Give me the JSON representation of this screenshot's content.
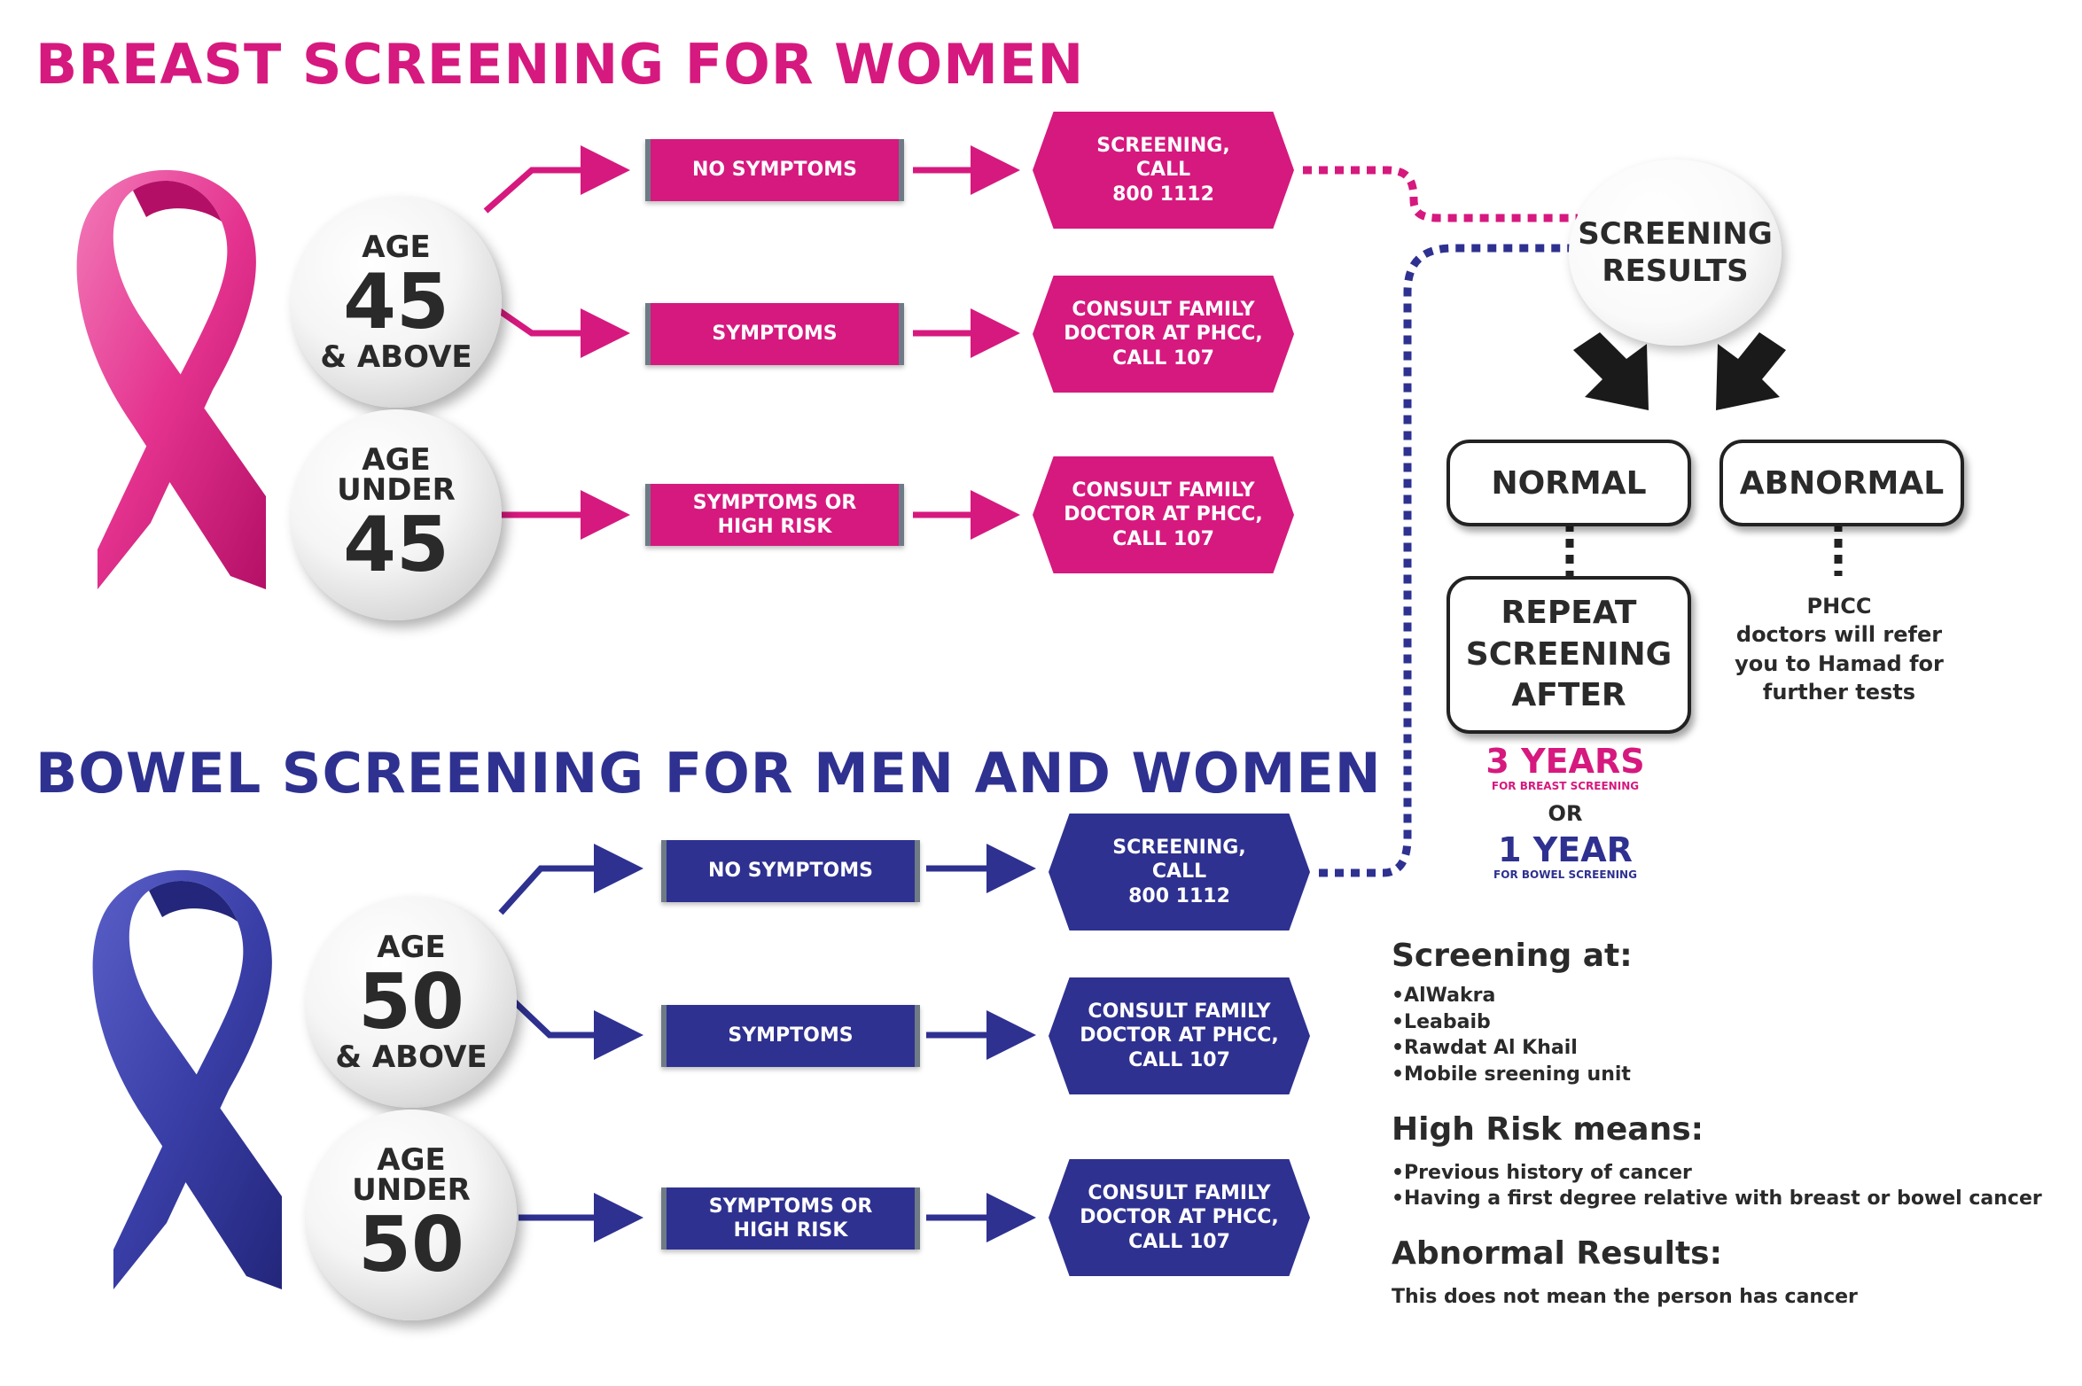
{
  "breast": {
    "title": "BREAST SCREENING FOR WOMEN",
    "group1": {
      "line1": "AGE",
      "number": "45",
      "line2": "& ABOVE"
    },
    "group2": {
      "line1": "AGE",
      "line2": "UNDER",
      "number": "45"
    },
    "rows": [
      {
        "box": "NO SYMPTOMS",
        "action": [
          "SCREENING,",
          "CALL",
          "800 1112"
        ]
      },
      {
        "box": "SYMPTOMS",
        "action": [
          "CONSULT FAMILY",
          "DOCTOR AT PHCC,",
          "CALL 107"
        ]
      },
      {
        "box": [
          "SYMPTOMS OR",
          "HIGH RISK"
        ],
        "action": [
          "CONSULT FAMILY",
          "DOCTOR AT PHCC,",
          "CALL 107"
        ]
      }
    ]
  },
  "bowel": {
    "title": "BOWEL SCREENING FOR MEN AND WOMEN",
    "group1": {
      "line1": "AGE",
      "number": "50",
      "line2": "& ABOVE"
    },
    "group2": {
      "line1": "AGE",
      "line2": "UNDER",
      "number": "50"
    },
    "rows": [
      {
        "box": "NO SYMPTOMS",
        "action": [
          "SCREENING,",
          "CALL",
          "800 1112"
        ]
      },
      {
        "box": "SYMPTOMS",
        "action": [
          "CONSULT FAMILY",
          "DOCTOR AT PHCC,",
          "CALL 107"
        ]
      },
      {
        "box": [
          "SYMPTOMS OR",
          "HIGH RISK"
        ],
        "action": [
          "CONSULT FAMILY",
          "DOCTOR AT PHCC,",
          "CALL 107"
        ]
      }
    ]
  },
  "results": {
    "circle": [
      "SCREENING",
      "RESULTS"
    ],
    "normal": "NORMAL",
    "abnormal": "ABNORMAL",
    "repeat": [
      "REPEAT",
      "SCREENING",
      "AFTER"
    ],
    "breast_interval": "3 YEARS",
    "breast_interval_note": "FOR BREAST SCREENING",
    "or": "OR",
    "bowel_interval": "1 YEAR",
    "bowel_interval_note": "FOR BOWEL SCREENING",
    "abnormal_note": [
      "PHCC",
      "doctors will refer",
      "you to Hamad for",
      "further tests"
    ]
  },
  "info": {
    "screening_at": {
      "heading": "Screening at:",
      "items": [
        "•AlWakra",
        "•Leabaib",
        "•Rawdat Al Khail",
        "•Mobile sreening unit"
      ]
    },
    "high_risk": {
      "heading": "High Risk means:",
      "items": [
        "•Previous history of cancer",
        "•Having a first degree relative with breast or bowel cancer"
      ]
    },
    "abnormal": {
      "heading": "Abnormal Results:",
      "text": "This does not mean the person has cancer"
    }
  },
  "colors": {
    "pink": "#d6197e",
    "blue": "#2e3190",
    "dark": "#222222"
  }
}
